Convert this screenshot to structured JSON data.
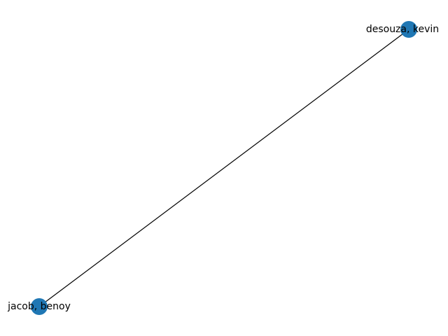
{
  "graph": {
    "node_color": "#1f77b4",
    "edge_color": "#000000",
    "nodes": [
      {
        "id": "desouza-kevin",
        "label": "desouza, kevin"
      },
      {
        "id": "jacob-benoy",
        "label": "jacob, benoy"
      }
    ],
    "edges": [
      {
        "source": "desouza-kevin",
        "target": "jacob-benoy"
      }
    ]
  }
}
